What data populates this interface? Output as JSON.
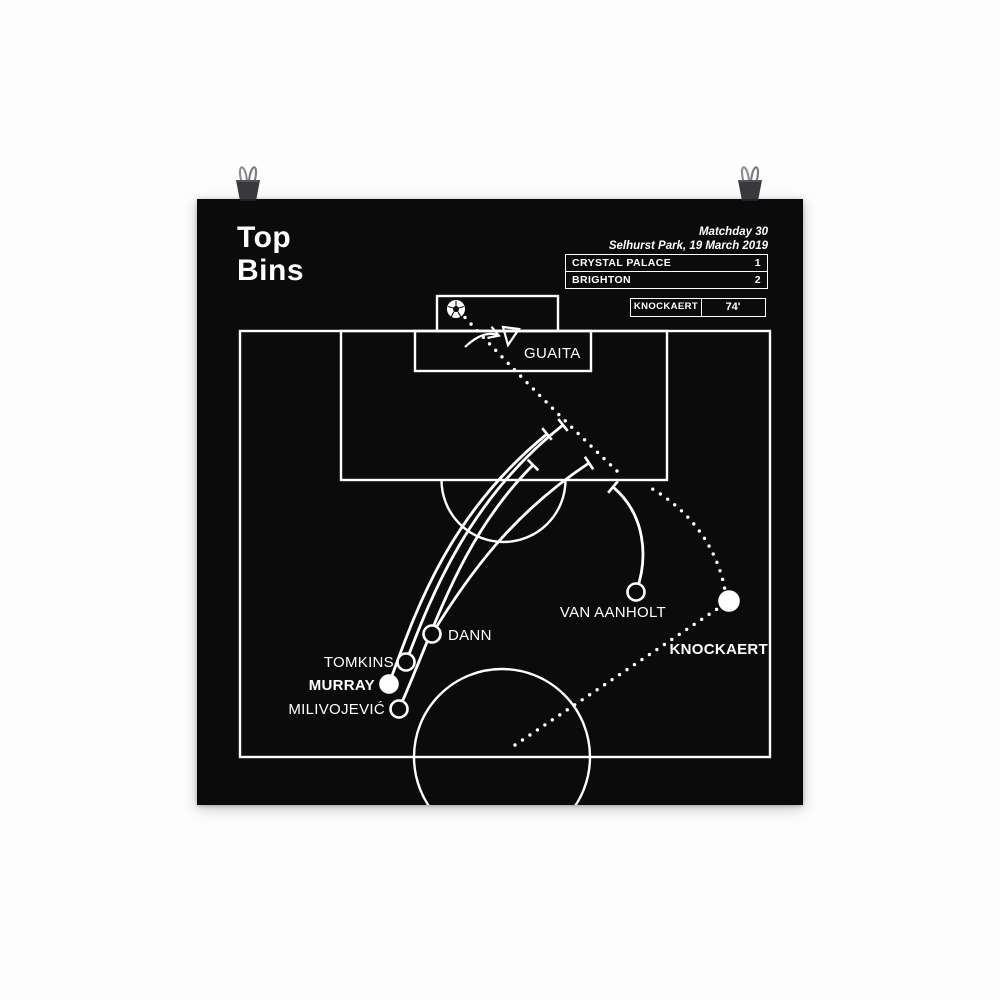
{
  "poster": {
    "title": {
      "line1": "Top",
      "line2": "Bins"
    },
    "meta": {
      "matchday": "Matchday 30",
      "venue_date": "Selhurst Park, 19 March 2019"
    },
    "scoreboard": [
      {
        "team": "CRYSTAL PALACE",
        "score": "1"
      },
      {
        "team": "BRIGHTON",
        "score": "2"
      }
    ],
    "goal_badge": {
      "player": "KNOCKAERT",
      "minute": "74'"
    },
    "colors": {
      "background": "#fdfdfd",
      "poster": "#0b0b0b",
      "line": "#ffffff"
    }
  },
  "pitch": {
    "goalkeeper": {
      "name": "GUAITA"
    },
    "players": [
      {
        "name": "TOMKINS",
        "highlight": false
      },
      {
        "name": "MURRAY",
        "highlight": true
      },
      {
        "name": "MILIVOJEVIĆ",
        "highlight": false
      },
      {
        "name": "DANN",
        "highlight": false
      },
      {
        "name": "VAN AANHOLT",
        "highlight": false
      },
      {
        "name": "KNOCKAERT",
        "highlight": true
      }
    ]
  }
}
